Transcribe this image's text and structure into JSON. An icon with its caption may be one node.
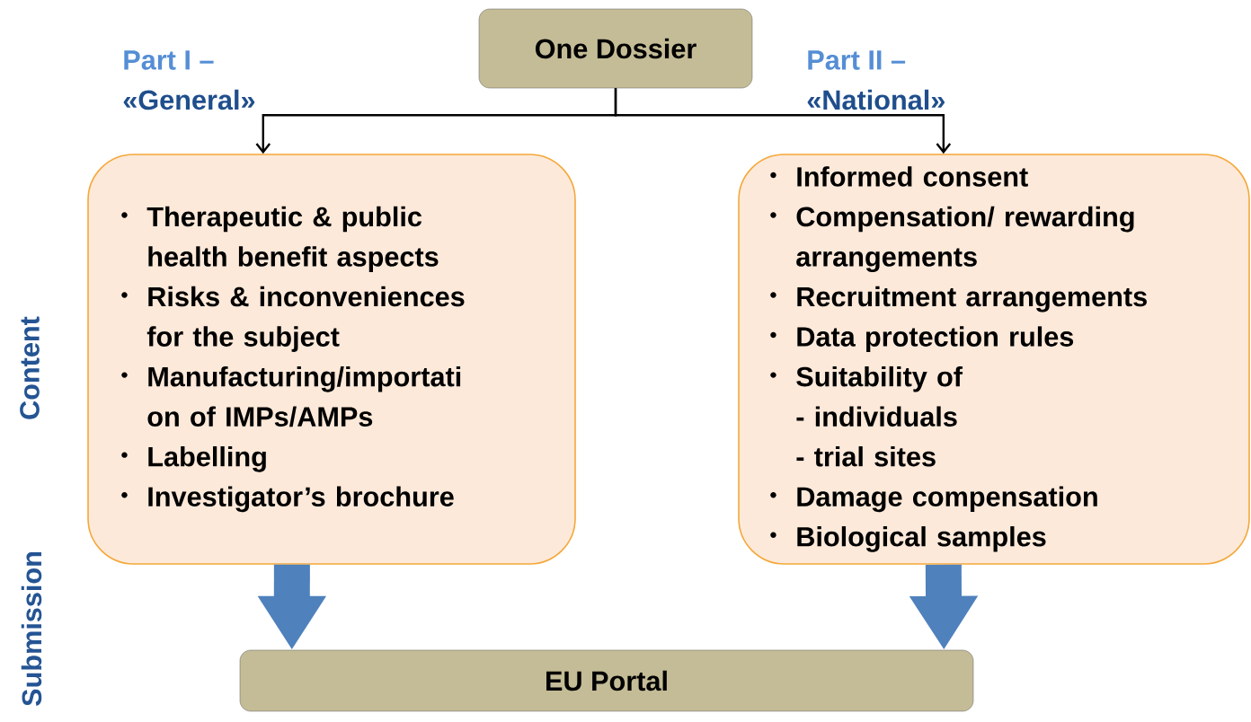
{
  "diagram": {
    "nodes": [
      {
        "text": [
          "One Dossier"
        ]
      },
      {
        "text": [
          "Therapeutic & public health benefit aspects",
          "Risks & inconveniences for the subject",
          "Manufacturing/importati on of IMPs/AMPs",
          "Labelling",
          "Investigator’s brochure"
        ],
        "beside": [
          "Part I –",
          "«General»"
        ]
      },
      {
        "text": [
          "Informed consent",
          "Compensation/ rewarding arrangements",
          "Recruitment arrangements",
          "Data protection rules",
          "Suitability of",
          "- individuals",
          "- trial sites",
          "Damage compensation",
          "Biological samples"
        ],
        "beside": [
          "Part II –",
          "«National»"
        ]
      },
      {
        "text": [
          "EU Portal"
        ]
      }
    ],
    "edges": [
      {
        "from": 0,
        "to": 1,
        "arrow": "to"
      },
      {
        "from": 0,
        "to": 2,
        "arrow": "to"
      },
      {
        "from": 1,
        "to": 3,
        "arrow": "to",
        "style": "thick",
        "color": "#4f81bd"
      },
      {
        "from": 2,
        "to": 3,
        "arrow": "to",
        "style": "thick",
        "color": "#4f81bd"
      }
    ],
    "labels": [
      "Content",
      "Submission"
    ]
  }
}
